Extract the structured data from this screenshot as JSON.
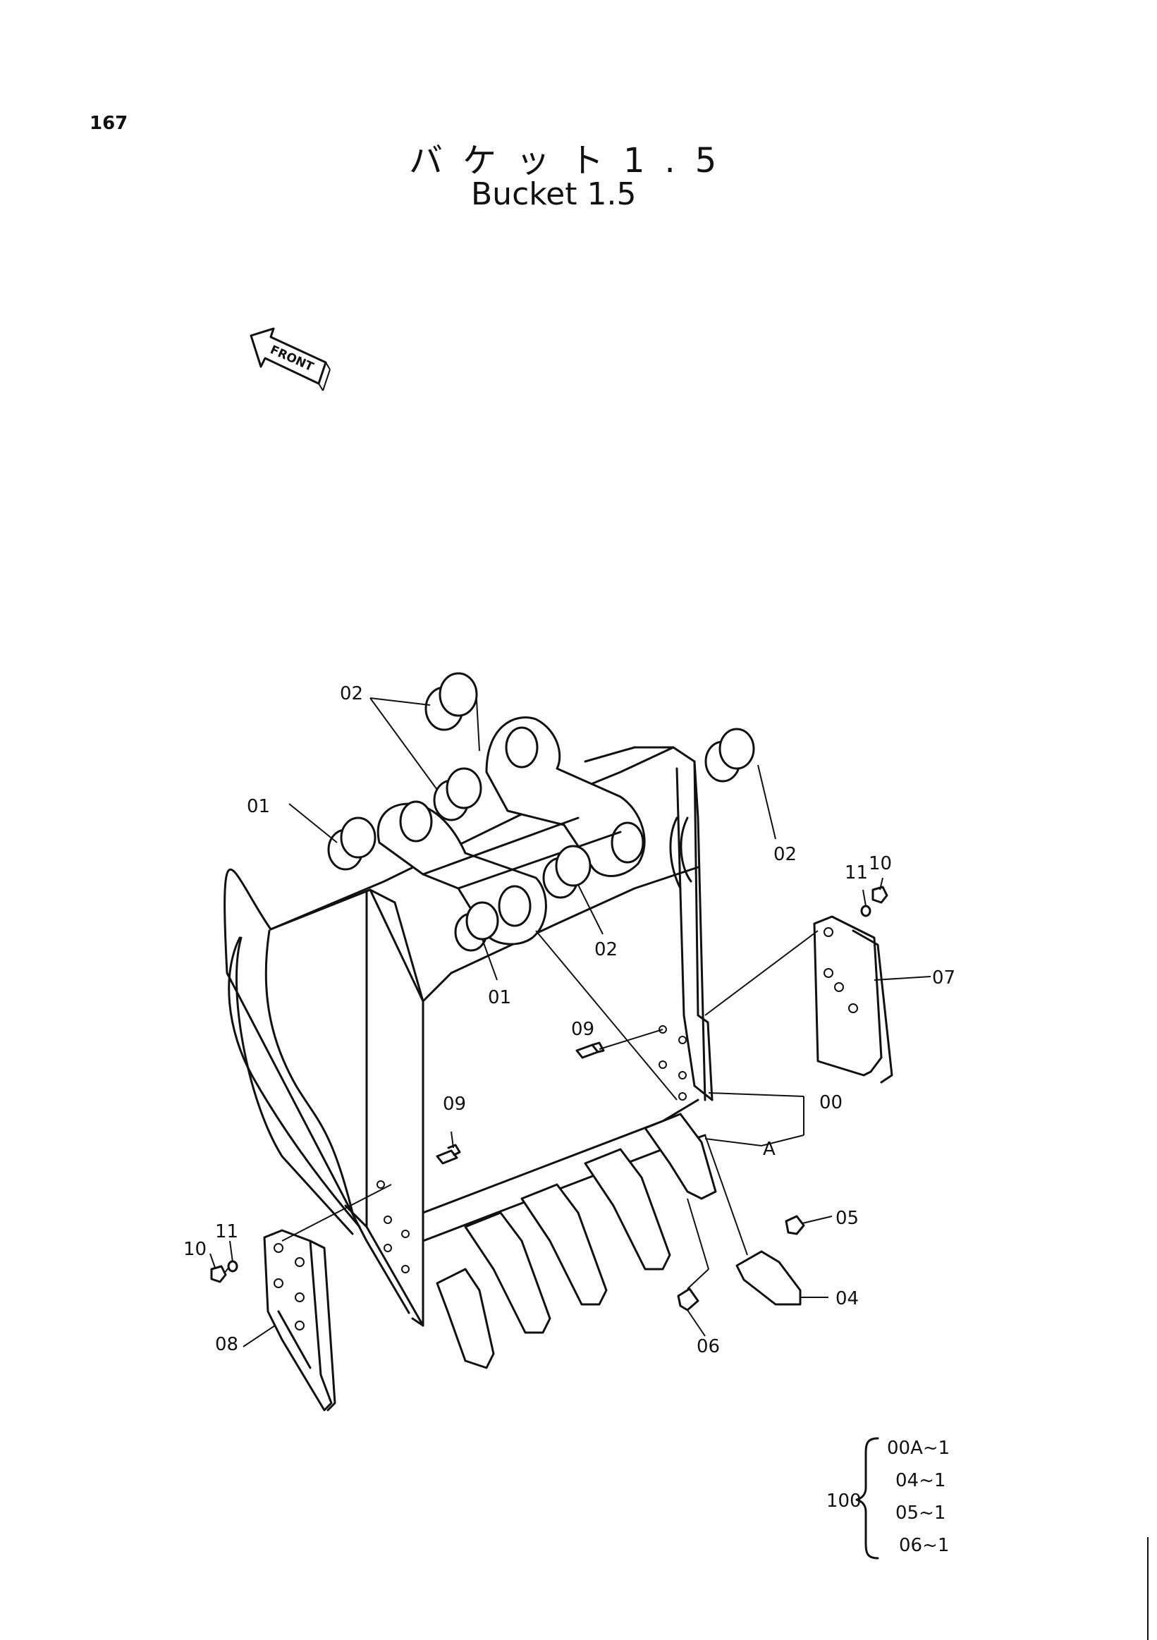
{
  "page_number": "167",
  "title_jp": "バケット1.5",
  "title_en": "Bucket 1.5",
  "front_label": "FRONT",
  "callouts": {
    "c00": "00",
    "cA": "A",
    "c01a": "01",
    "c01b": "01",
    "c02a": "02",
    "c02b": "02",
    "c02c": "02",
    "c04": "04",
    "c05": "05",
    "c06": "06",
    "c07": "07",
    "c08": "08",
    "c09a": "09",
    "c09b": "09",
    "c10a": "10",
    "c10b": "10",
    "c11a": "11",
    "c11b": "11"
  },
  "kit": {
    "number": "100",
    "items": [
      "00A~1",
      "04~1",
      "05~1",
      "06~1"
    ]
  }
}
